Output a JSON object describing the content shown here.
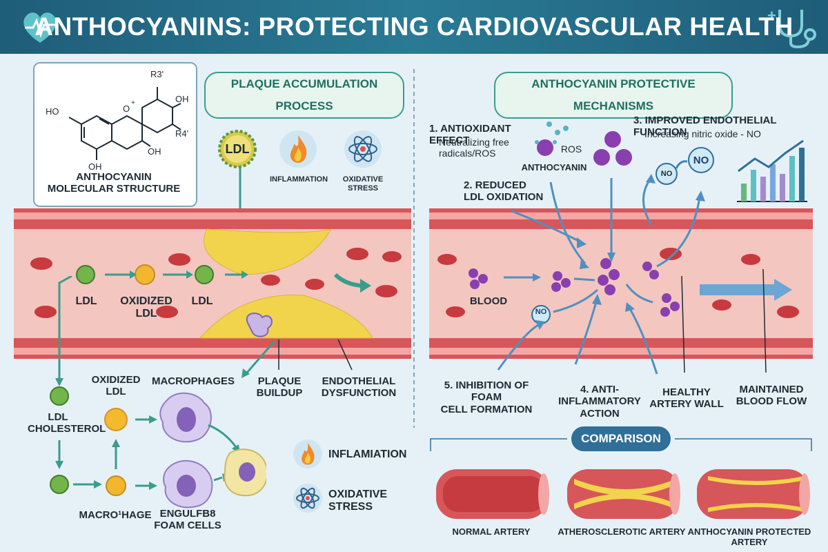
{
  "title": "ANTHOCYANINS: PROTECTING CARDIOVASCULAR HEALTH",
  "colors": {
    "title_bg": "#1f5d79",
    "vessel": "#d9534f",
    "plaque": "#f2d34c",
    "teal": "#3a9c8c",
    "anthocyanin": "#8a3fb0"
  },
  "molecule": {
    "label": "ANTHOCYANIN\nMOLECULAR STRUCTURE",
    "atoms": {
      "r3": "R3'",
      "r4": "R4'",
      "oh_top": "OH",
      "oh_left": "HO",
      "oh_right": "OH",
      "oh_bottom": "OH",
      "o_plus": "O"
    }
  },
  "left": {
    "header": "PLAQUE ACCUMULATION PROCESS",
    "ldl_badge": "LDL",
    "icons": {
      "inflammation": "INFLAMMATION",
      "oxidative": "OXIDATIVE STRESS"
    },
    "labels": {
      "ldl_1": "LDL",
      "oxidized_ldl": "OXIDIZED\nLDL",
      "ldl_2": "LDL",
      "ldl_cholesterol": "LDL\nCHOLESTEROL",
      "oxidized_ldl_2": "OXIDIZED\nLDL",
      "macrophages": "MACROPHAGES",
      "plaque_buildup": "PLAQUE\nBUILDUP",
      "endothelial_dysfunction": "ENDOTHELIAL\nDYSFUNCTION",
      "macrophage": "MACRO¹HAGE",
      "engulfed": "ENGULFB8\nFOAM CELLS",
      "inflammation_2": "INFLAMIATION",
      "oxidative_2": "OXIDATIVE\nSTRESS"
    }
  },
  "right": {
    "header": "ANTHOCYANIN PROTECTIVE MECHANISMS",
    "m1_title": "1. ANTIOXIDANT EFFECT",
    "m1_sub": "Neutralizing free\nradicals/ROS",
    "ros": "ROS",
    "anthocyanin": "ANTHOCYANIN",
    "m2": "2. REDUCED\nLDL OXIDATION",
    "m3_title": "3. IMPROVED ENDOTHELIAL FUNCTION",
    "m3_sub": "Increasing nitric oxide - NO",
    "no_small": "NO",
    "no_big": "NO",
    "no_vessel": "NO",
    "blood": "BLOOD",
    "m5": "5. INHIBITION OF FOAM\nCELL FORMATION",
    "m4": "4. ANTI-INFLAMMATORY\nACTION",
    "healthy": "HEALTHY\nARTERY WALL",
    "maintained": "MAINTAINED\nBLOOD FLOW"
  },
  "comparison": {
    "header": "COMPARISON",
    "items": [
      "NORMAL ARTERY",
      "ATHEROSCLEROTIC ARTERY",
      "ANTHOCYANIN PROTECTED\nARTERY"
    ]
  }
}
